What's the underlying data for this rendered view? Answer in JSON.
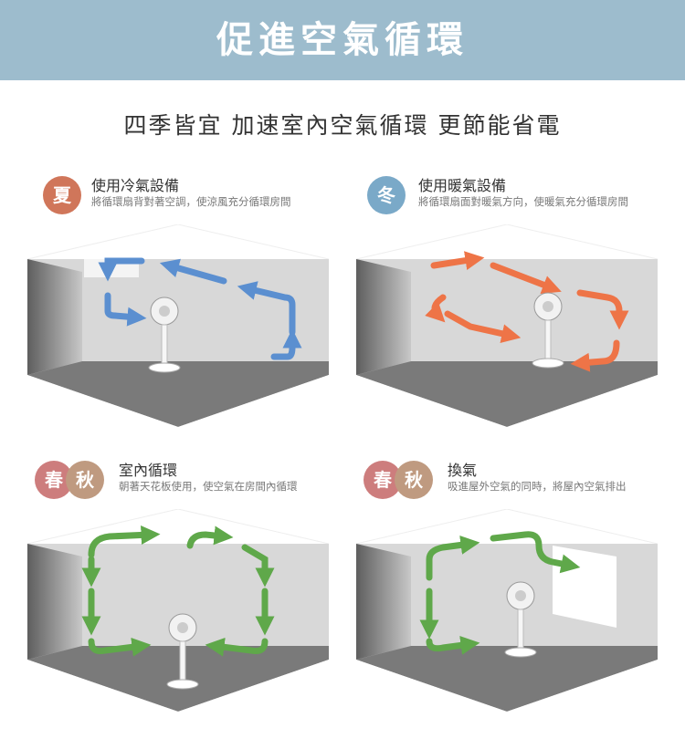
{
  "banner": {
    "title": "促進空氣循環"
  },
  "subtitle": "四季皆宜 加速室內空氣循環 更節能省電",
  "panels": [
    {
      "badges": [
        "夏"
      ],
      "title": "使用冷氣設備",
      "desc": "將循環扇背對著空調，使涼風充分循環房間",
      "color": "#5b8fd0"
    },
    {
      "badges": [
        "冬"
      ],
      "title": "使用暖氣設備",
      "desc": "將循環扇面對暖氣方向，使暖氣充分循環房間",
      "color": "#ee7447"
    },
    {
      "badges": [
        "春",
        "秋"
      ],
      "title": "室內循環",
      "desc": "朝著天花板使用，使空氣在房間內循環",
      "color": "#5fa84a"
    },
    {
      "badges": [
        "春",
        "秋"
      ],
      "title": "換氣",
      "desc": "吸進屋外空氣的同時，將屋內空氣排出",
      "color": "#5fa84a"
    }
  ],
  "colors": {
    "summer": "#d0765a",
    "winter": "#7aa9c8",
    "spring": "#cd7d7d",
    "autumn": "#bf9a80"
  }
}
